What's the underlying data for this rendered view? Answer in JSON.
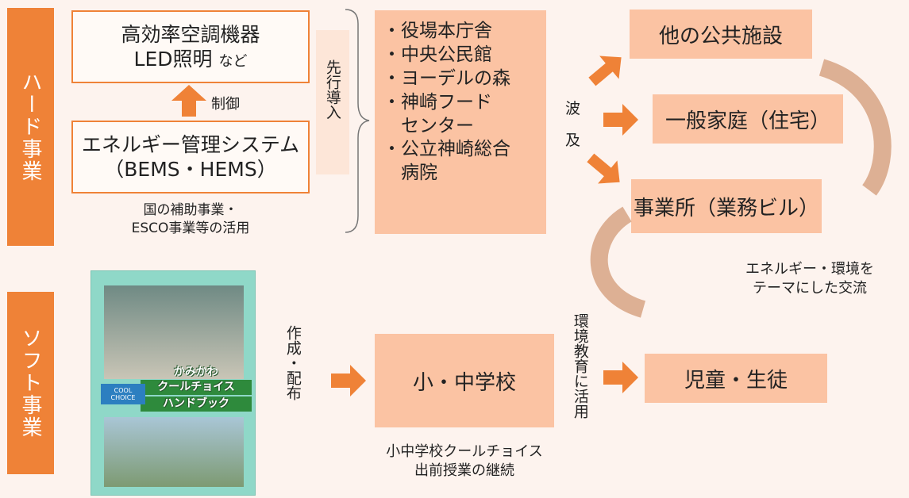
{
  "hard": {
    "label": "ハード事業",
    "equipment_line1": "高効率空調機器",
    "equipment_line2": "LED照明",
    "equipment_suffix": "など",
    "control_label": "制御",
    "ems_line1": "エネルギー管理システム",
    "ems_line2": "（BEMS・HEMS）",
    "subsidy_line1": "国の補助事業・",
    "subsidy_line2": "ESCO事業等の活用",
    "pioneer_label": "先行導入",
    "facilities": [
      "・役場本庁舎",
      "・中央公民館",
      "・ヨーデルの森",
      "・神崎フード",
      "　センター",
      "・公立神崎総合",
      "　病院"
    ],
    "spread_label": "波及",
    "targets": [
      "他の公共施設",
      "一般家庭（住宅）",
      "事業所（業務ビル）"
    ]
  },
  "soft": {
    "label": "ソフト事業",
    "handbook_lines": [
      "かみかわ",
      "クールチョイス",
      "ハンドブック"
    ],
    "cool_choice_tag": "COOL CHOICE",
    "create_label": "作成・配布",
    "school_label": "小・中学校",
    "class_line1": "小中学校クールチョイス",
    "class_line2": "出前授業の継続",
    "education_label": "環境教育に活用",
    "students_label": "児童・生徒"
  },
  "exchange_line1": "エネルギー・環境を",
  "exchange_line2": "テーマにした交流",
  "colors": {
    "orange": "#ef8237",
    "peach": "#fbc3a3",
    "curve": "#d9a889"
  }
}
